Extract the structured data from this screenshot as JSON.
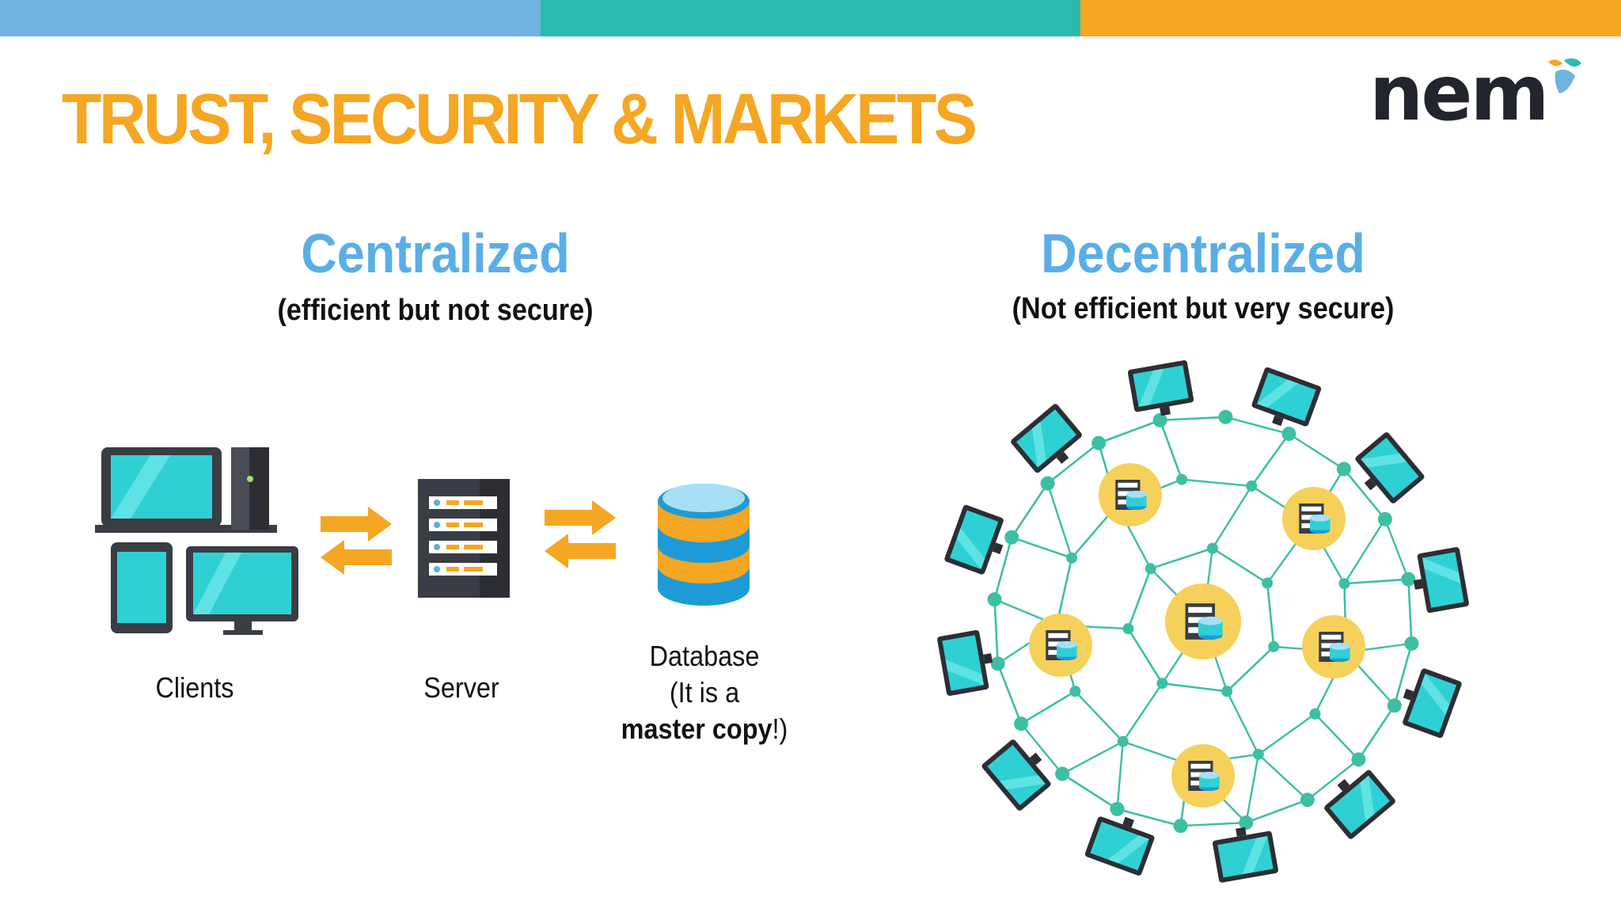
{
  "colors": {
    "bar_blue": "#6fb3e0",
    "bar_teal": "#2bbbad",
    "bar_orange": "#f5a623",
    "title_orange": "#f5a623",
    "heading_blue": "#5aaee6",
    "logo_text": "#22242e",
    "screen_cyan": "#2fd0d4",
    "device_dark": "#3a3d44",
    "node_teal": "#3cbfa3",
    "node_server_bg": "#f5d15b"
  },
  "slide": {
    "title": "TRUST, SECURITY & MARKETS",
    "logo": "nem"
  },
  "centralized": {
    "heading": "Centralized",
    "subheading": "(efficient but not secure)",
    "clients_label": "Clients",
    "server_label": "Server",
    "database_line1": "Database",
    "database_line2": "(It is a",
    "database_bold": "master copy",
    "database_end": "!)"
  },
  "decentralized": {
    "heading": "Decentralized",
    "subheading": "(Not efficient but very secure)"
  },
  "icons": [
    "computer-icon",
    "phone-icon",
    "monitor-icon",
    "arrow-icon",
    "server-icon",
    "database-icon",
    "network-icon",
    "logo-mark-icon"
  ]
}
